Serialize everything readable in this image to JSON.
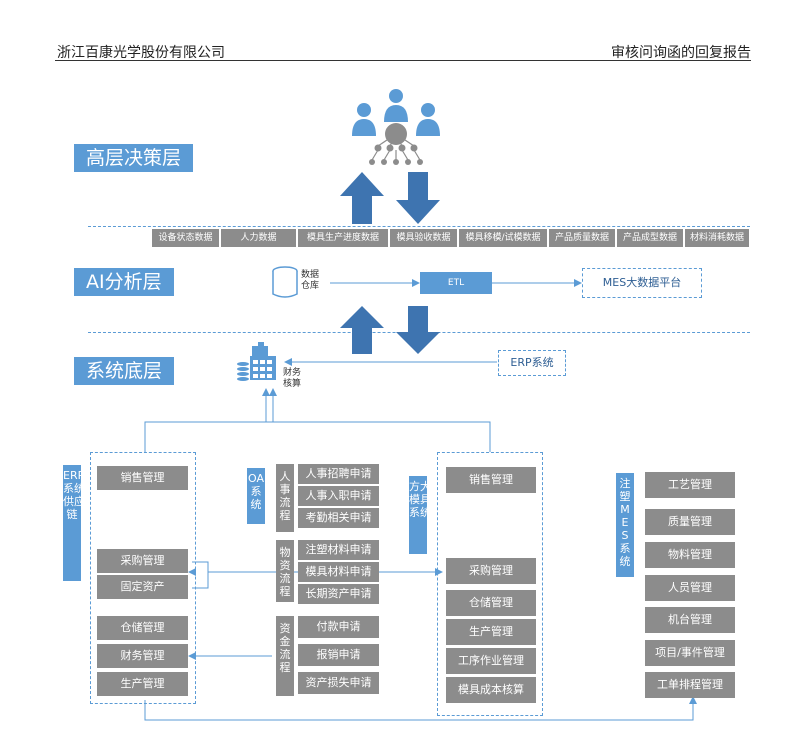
{
  "header": {
    "company": "浙江百康光学股份有限公司",
    "report": "审核问询函的回复报告"
  },
  "layers": {
    "top": "高层决策层",
    "ai": "AI分析层",
    "base": "系统底层"
  },
  "data_tags": [
    "设备状态数据",
    "人力数据",
    "模具生产进度数据",
    "模具验收数据",
    "模具移模/试模数据",
    "产品质量数据",
    "产品成型数据",
    "材料消耗数据"
  ],
  "ai_layer": {
    "warehouse": "数据\n仓库",
    "etl": "ETL",
    "platform": "MES大数据平台"
  },
  "base_layer": {
    "erp_system": "ERP系统",
    "finance": "财务\n核算"
  },
  "erp": {
    "label": "ERP\n系统\n供应\n链",
    "modules": [
      "销售管理",
      "采购管理",
      "固定资产",
      "仓储管理",
      "财务管理",
      "生产管理"
    ]
  },
  "oa": {
    "label": "OA\n系\n统",
    "groups": [
      {
        "name": "人\n事\n流\n程",
        "items": [
          "人事招聘申请",
          "人事入职申请",
          "考勤相关申请"
        ]
      },
      {
        "name": "物\n资\n流\n程",
        "items": [
          "注塑材料申请",
          "模具材料申请",
          "长期资产申请"
        ]
      },
      {
        "name": "资\n金\n流\n程",
        "items": [
          "付款申请",
          "报销申请",
          "资产损失申请"
        ]
      }
    ]
  },
  "fangda": {
    "label": "方大\n模具\n系统",
    "modules": [
      "销售管理",
      "采购管理",
      "仓储管理",
      "生产管理",
      "工序作业管理",
      "模具成本核算"
    ]
  },
  "mes": {
    "label": "注\n塑\nM\nE\nS\n系\n统",
    "modules": [
      "工艺管理",
      "质量管理",
      "物料管理",
      "人员管理",
      "机台管理",
      "项目/事件管理",
      "工单排程管理"
    ]
  },
  "colors": {
    "accent": "#5b9bd5",
    "gray": "#8c8c8c",
    "arrow": "#3e74b0"
  }
}
